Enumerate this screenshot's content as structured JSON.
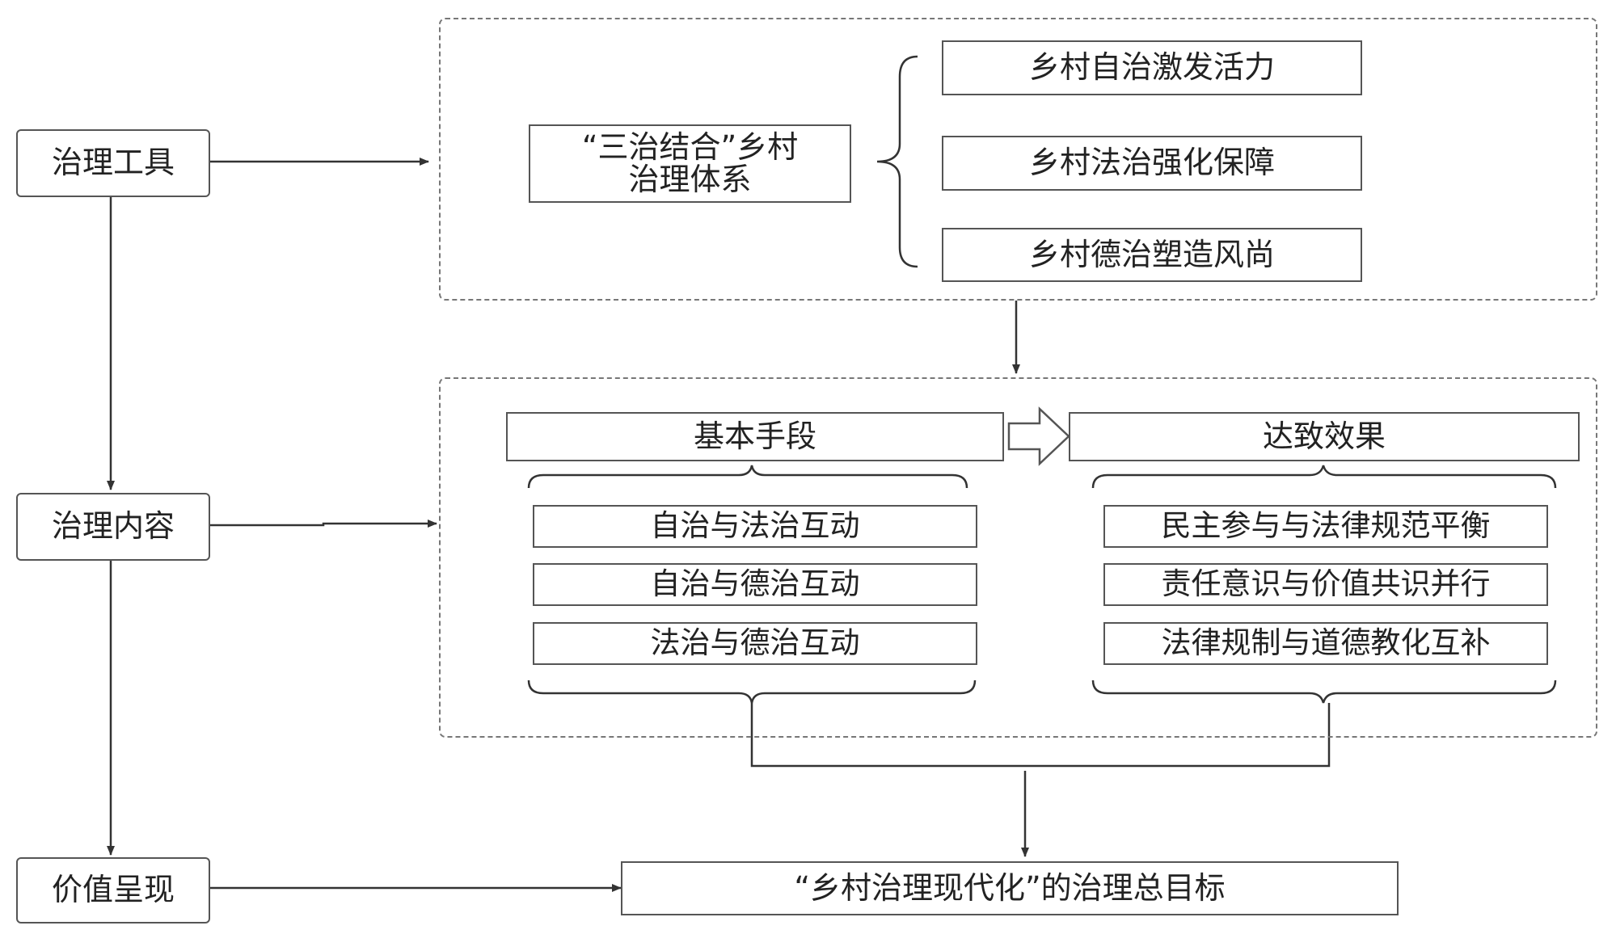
{
  "stages": {
    "tools": "治理工具",
    "content": "治理内容",
    "value": "价值呈现"
  },
  "system": {
    "label_line1": "“三治结合”乡村",
    "label_line2": "治理体系",
    "branches": [
      "乡村自治激发活力",
      "乡村法治强化保障",
      "乡村德治塑造风尚"
    ]
  },
  "content_panel": {
    "means_header": "基本手段",
    "effects_header": "达致效果",
    "means": [
      "自治与法治互动",
      "自治与德治互动",
      "法治与德治互动"
    ],
    "effects": [
      "民主参与与法律规范平衡",
      "责任意识与价值共识并行",
      "法律规制与道德教化互补"
    ]
  },
  "goal": "“乡村治理现代化”的治理总目标"
}
